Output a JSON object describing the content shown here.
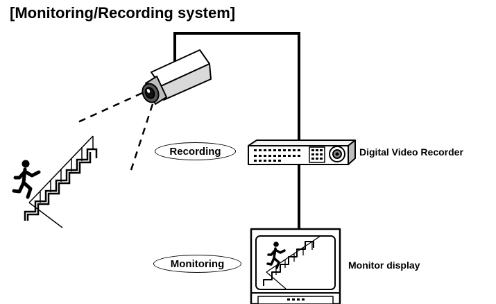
{
  "title": "[Monitoring/Recording system]",
  "labels": {
    "recording": "Recording",
    "monitoring": "Monitoring",
    "dvr": "Digital Video Recorder",
    "monitor": "Monitor display"
  },
  "colors": {
    "line": "#000000",
    "background": "#ffffff"
  },
  "icons": {
    "camera": "cctv-camera-icon",
    "dvr": "dvr-device-icon",
    "monitor": "crt-monitor-icon",
    "staircase": "staircase-runner-icon"
  }
}
